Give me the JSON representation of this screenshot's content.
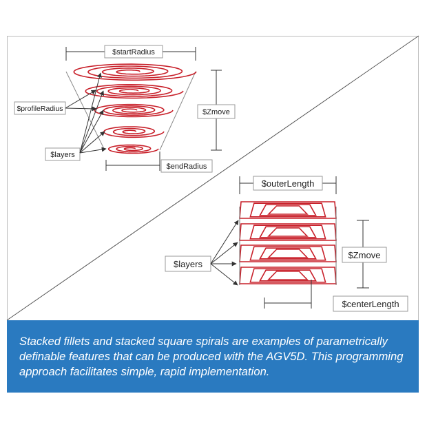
{
  "funnel": {
    "start_radius": "$startRadius",
    "profile_radius": "$profileRadius",
    "zmove": "$Zmove",
    "layers": "$layers",
    "end_radius": "$endRadius"
  },
  "square": {
    "outer_length": "$outerLength",
    "layers": "$layers",
    "zmove": "$Zmove",
    "center_length": "$centerLength"
  },
  "caption": "Stacked fillets and stacked square spirals are examples of parametrically definable features that can be produced with the AGV5D. This programming approach facilitates simple, rapid implementation.",
  "colors": {
    "spiral": "#c8202a",
    "caption_bg": "#2a7ac0",
    "caption_text": "#ffffff"
  }
}
